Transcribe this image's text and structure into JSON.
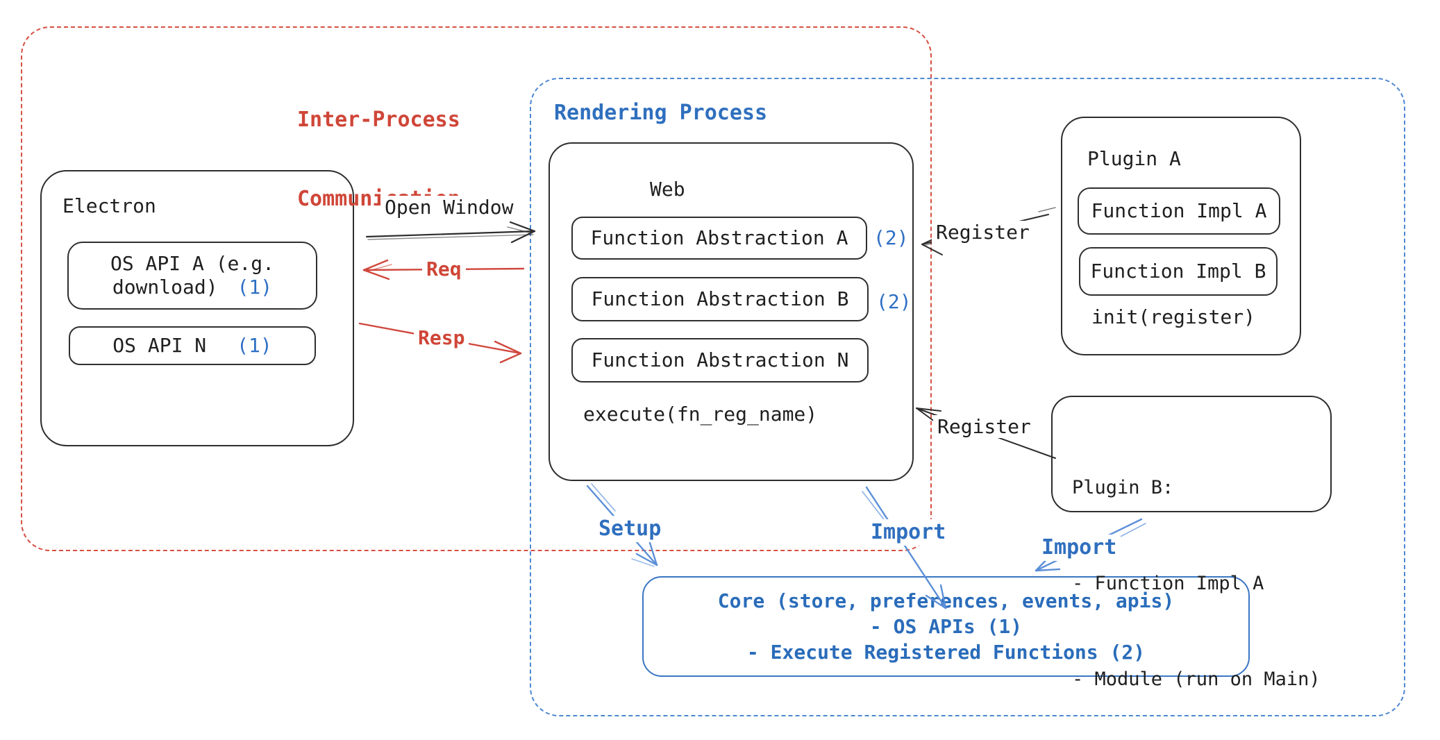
{
  "groups": {
    "ipc": {
      "line1": "Inter-Process",
      "line2": "Communication"
    },
    "rendering": {
      "label": "Rendering Process"
    }
  },
  "electron": {
    "title": "Electron",
    "api_a_line1": "OS API A (e.g.",
    "api_a_line2": "download)",
    "api_a_badge": "(1)",
    "api_n_label": "OS API N",
    "api_n_badge": "(1)"
  },
  "web": {
    "title": "Web",
    "fa_a": "Function Abstraction A",
    "fa_a_badge": "(2)",
    "fa_b": "Function Abstraction B",
    "fa_b_badge": "(2)",
    "fa_n": "Function Abstraction N",
    "method": "execute(fn_reg_name)"
  },
  "plugin_a": {
    "title": "Plugin A",
    "impl_a": "Function Impl A",
    "impl_b": "Function Impl B",
    "method": "init(register)"
  },
  "plugin_b": {
    "line1": "Plugin B:",
    "line2": "- Function Impl A",
    "line3": "- Module (run on Main)"
  },
  "core": {
    "line1": "Core (store, preferences, events, apis)",
    "line2": "- OS APIs (1)",
    "line3": "- Execute Registered Functions (2)"
  },
  "arrows": {
    "open_window": "Open Window",
    "req": "Req",
    "resp": "Resp",
    "register_top": "Register",
    "register_bottom": "Register",
    "setup": "Setup",
    "import_web": "Import",
    "import_plugin": "Import"
  },
  "colors": {
    "red": "#cf4638",
    "blue": "#2f6fbe",
    "badge_blue": "#2e6fc4",
    "stroke_black": "#2d2d2d",
    "dashed_red": "#d64f43",
    "dashed_blue": "#4d87d1"
  }
}
